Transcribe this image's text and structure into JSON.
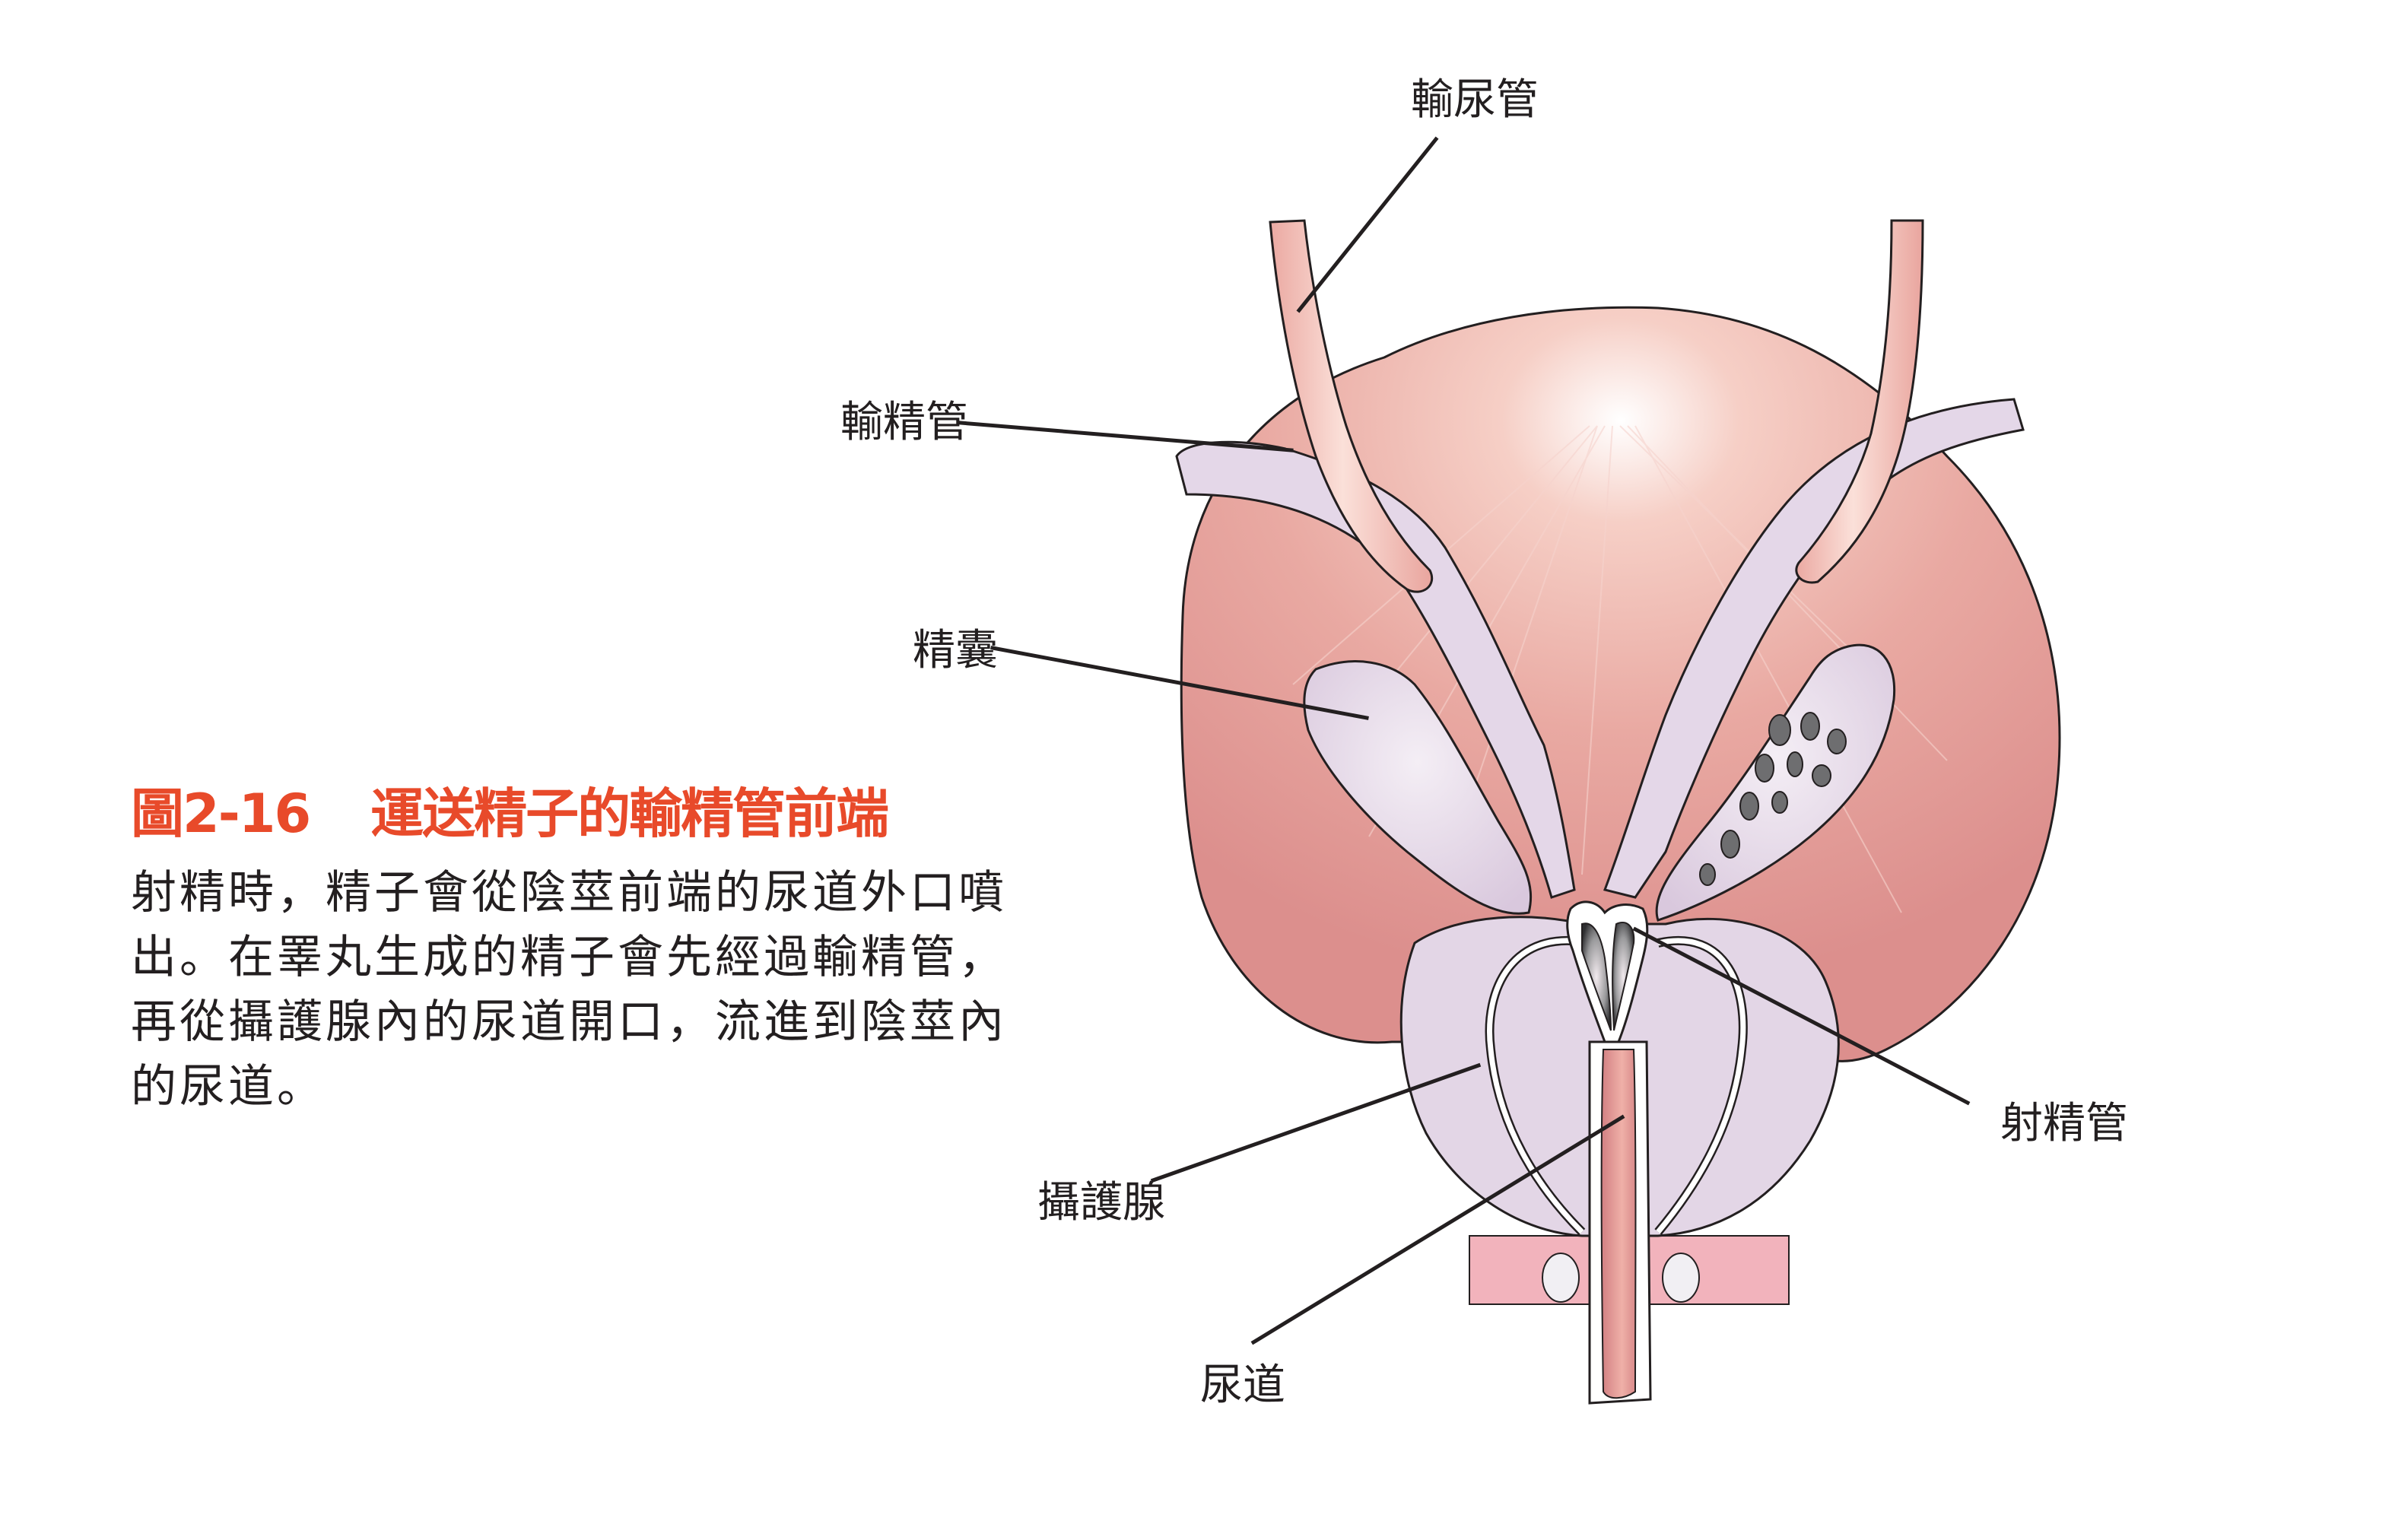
{
  "figure": {
    "number": "圖2-16",
    "title": "運送精子的輸精管前端",
    "title_color": "#E84A2A",
    "description_lines": [
      "射精時，精子會從陰莖前端的尿道外口噴",
      "出。在睪丸生成的精子會先經過輸精管，",
      "再從攝護腺內的尿道開口，流進到陰莖內",
      "的尿道。"
    ]
  },
  "labels": {
    "ureter": "輸尿管",
    "vas_deferens": "輸精管",
    "seminal_vesicle": "精囊",
    "prostate": "攝護腺",
    "urethra": "尿道",
    "ejaculatory_duct": "射精管"
  },
  "colors": {
    "bladder": "#E3A09C",
    "bladder_highlight": "#FBEDEA",
    "gland_lavender": "#E3D6E6",
    "urethra": "#D98A8A",
    "diaphragm": "#F2B3BC",
    "leader_line": "#231F20"
  }
}
